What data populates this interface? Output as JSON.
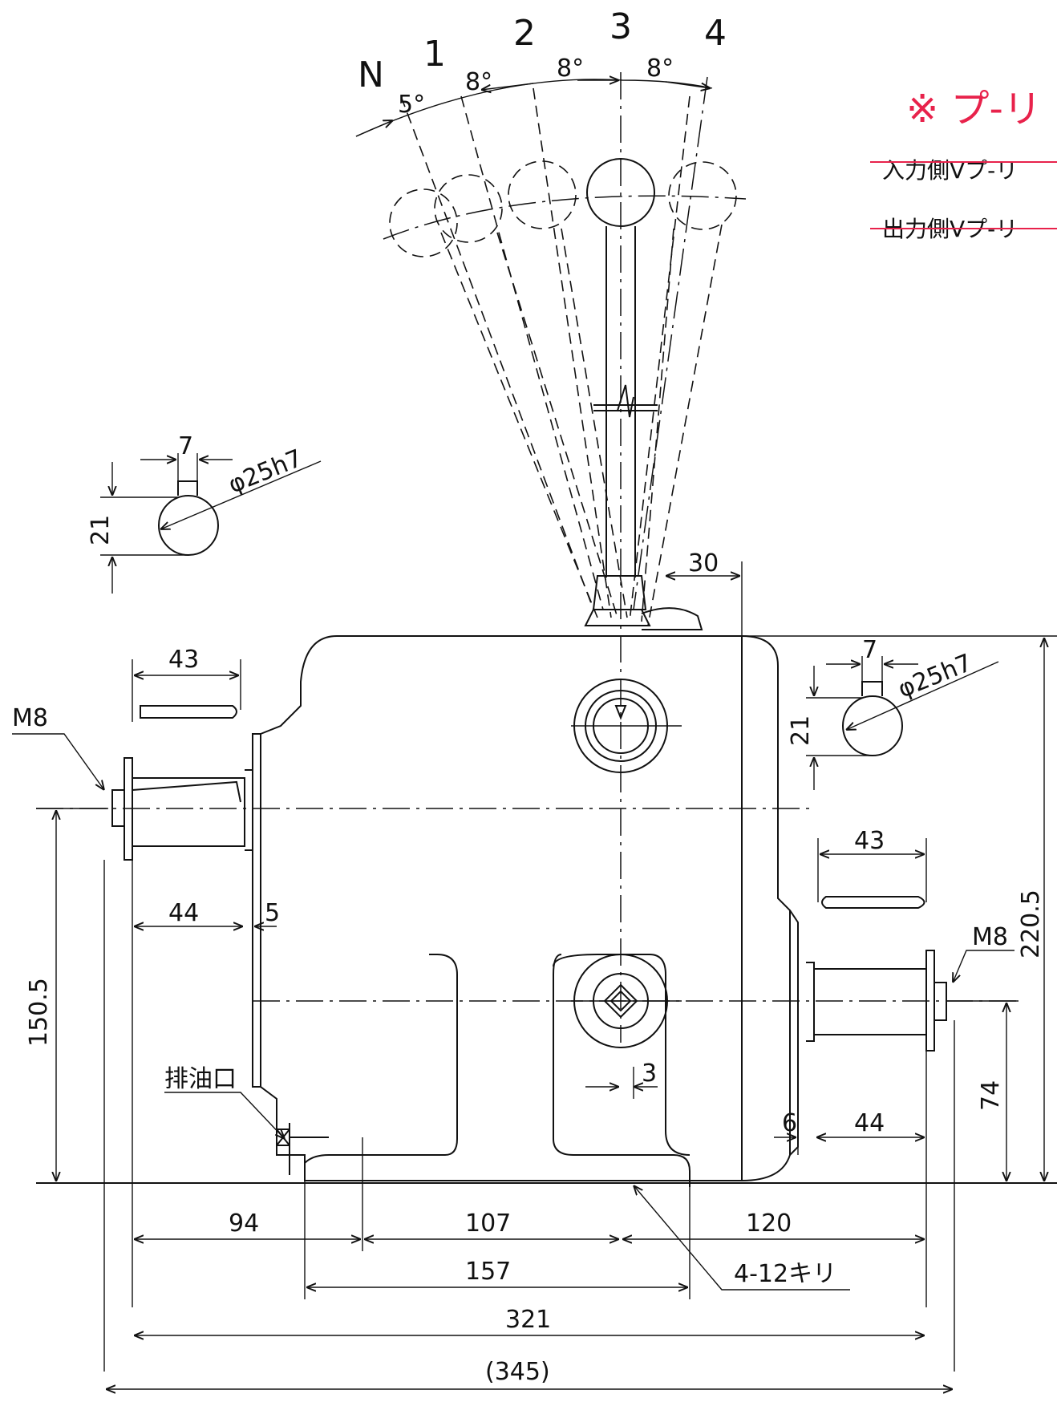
{
  "notes": {
    "pulley_heading": "※ プ-リ",
    "input_pulley": "入力側Vプ-リ",
    "output_pulley": "出力側Vプ-リ",
    "heading_color": "#e8224b",
    "strike_color": "#e8224b"
  },
  "lever": {
    "positions": [
      "N",
      "1",
      "2",
      "3",
      "4"
    ],
    "angles": [
      "5°",
      "8°",
      "8°",
      "8°"
    ]
  },
  "shaft_left": {
    "key_width": "7",
    "key_depth": "21",
    "diameter": "φ25h7"
  },
  "shaft_right": {
    "key_width": "7",
    "key_depth": "21",
    "diameter": "φ25h7"
  },
  "dimensions": {
    "lever_offset": "30",
    "left_key_length": "43",
    "right_key_length": "43",
    "left_shaft_length": "44",
    "right_shaft_length": "44",
    "left_shoulder": "5",
    "right_shoulder": "6",
    "left_thread": "M8",
    "right_thread": "M8",
    "input_height": "150.5",
    "output_height": "74",
    "overall_height": "220.5",
    "boss_offset": "3",
    "drain_label": "排油口",
    "base_94": "94",
    "base_107": "107",
    "base_120": "120",
    "base_157": "157",
    "base_321": "321",
    "overall_length": "(345)",
    "mount_holes": "4-12キリ"
  }
}
